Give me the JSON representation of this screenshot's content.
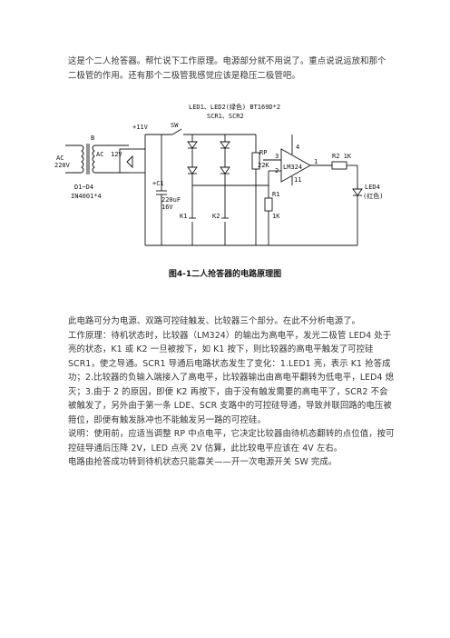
{
  "intro": "这是个二人抢答器。帮忙说下工作原理。电源部分就不用说了。重点说说运放和那个二极管的作用。还有那个二极管我感觉应该是稳压二极管吧。",
  "figure": {
    "caption": "图4-1二人抢答器的电路原理图",
    "labels": {
      "led_scr_top": "LED1、LED2(绿色)  BT169D*2",
      "scr": "SCR1、SCR2",
      "v11": "+11V",
      "sw": "SW",
      "b": "B",
      "ac": "AC",
      "v12": "12V",
      "ac_in_1": "AC",
      "ac_in_2": "220V",
      "diodes_1": "D1~D4",
      "diodes_2": "IN4001*4",
      "c1": "+C1",
      "c1_val_1": "220uF",
      "c1_val_2": "16V",
      "k1": "K1",
      "k2": "K2",
      "rp": "RP",
      "rp_val": "22K",
      "pin3": "3",
      "pin2": "2",
      "pin4": "4",
      "pin11": "11",
      "pin1": "1",
      "opamp": "LM324",
      "r1": "R1",
      "r1_val": "1K",
      "r2": "R2  1K",
      "led4_1": "LED4",
      "led4_2": "(红色)"
    }
  },
  "body": [
    "此电路可分为电源、双路可控硅触发、比较器三个部分。在此不分析电源了。",
    "工作原理：待机状态时，比较器（LM324）的输出为高电平，发光二极管 LED4 处于亮的状态，K1 或 K2 一旦被按下，如 K1 按下，则比较器的高电平触发了可控硅 SCR1，使之导通。SCR1 导通后电路状态发生了变化：1.LED1 亮，表示 K1 抢答成功；2.比较器的负输入端接入了高电平，比较器输出由高电平翻转为低电平，LED4 熄灭；3.由于 2 的原因，即便 K2 再按下，由于没有触发需要的高电平了，SCR2 不会被触发了，另外由于第一条 LDE、SCR 支路中的可控硅导通，导致并联回路的电压被箝位，即便有触发脉冲也不能触发另一路的可控硅。",
    "说明：使用前，应适当调整 RP 中点电平，它决定比较器由待机态翻转的点位值，按可控硅导通后压降 2V，LED 点亮 2V 估算，此比较电平应该在 4V 左右。",
    "电路由抢答成功转到待机状态只能靠关——开一次电源开关 SW 完成。"
  ]
}
